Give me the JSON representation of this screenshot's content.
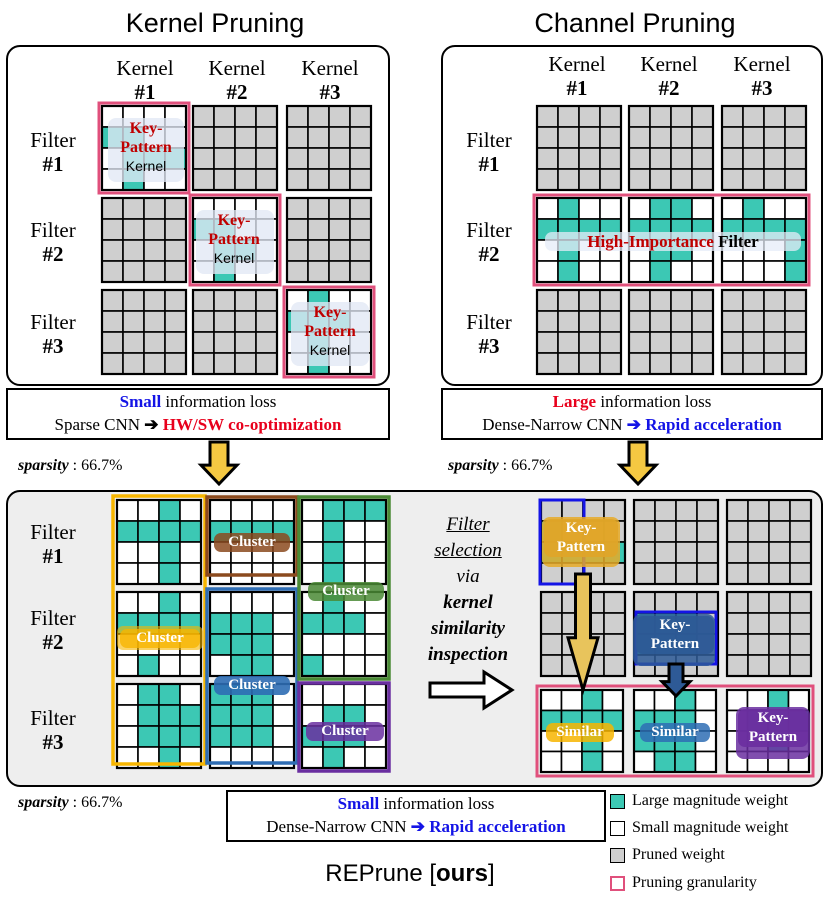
{
  "titles": {
    "kernel": "Kernel Pruning",
    "channel": "Channel Pruning",
    "ours_prefix": "REPrune [",
    "ours_bold": "ours",
    "ours_suffix": "]"
  },
  "kernel_header": {
    "word": "Kernel",
    "n1": "#1",
    "n2": "#2",
    "n3": "#3"
  },
  "filter_label": {
    "word": "Filter",
    "n1": "#1",
    "n2": "#2",
    "n3": "#3"
  },
  "key_pattern": {
    "line1": "Key-",
    "line2": "Pattern",
    "line3": "Kernel"
  },
  "high_importance": {
    "red": "High-Importance",
    "black": " Filter"
  },
  "info_kernel": {
    "strong": "Small",
    "rest": " information loss",
    "line2_a": "Sparse CNN ",
    "line2_b": "HW/SW co-optimization"
  },
  "info_channel": {
    "strong": "Large",
    "rest": " information loss",
    "line2_a": "Dense-Narrow CNN ",
    "line2_b": "Rapid acceleration"
  },
  "info_ours": {
    "strong": "Small",
    "rest": " information loss",
    "line2_a": "Dense-Narrow CNN ",
    "line2_b": "Rapid acceleration"
  },
  "arrow_glyph": "➔",
  "sparsity": {
    "label": "sparsity",
    "value": " : 66.7%"
  },
  "middle_text": {
    "l1": "Filter",
    "l2": "selection",
    "l3": "via",
    "l4": "kernel",
    "l5": "similarity",
    "l6": "inspection"
  },
  "cluster_label": "Cluster",
  "similar_label": "Similar",
  "kp_line1": "Key-",
  "kp_line2": "Pattern",
  "legend": {
    "large": "Large magnitude weight",
    "small": "Small magnitude weight",
    "pruned": "Pruned weight",
    "granularity": "Pruning granularity"
  },
  "colors": {
    "teal": "#3cc8b4",
    "pruned": "#cfcfcf",
    "pink": "#e0507c",
    "blue": "#1414e6",
    "red": "#e8001c",
    "orange": "#f7b500",
    "brown": "#8b4a1e",
    "steel": "#2e6db4",
    "green": "#4a8a35",
    "purple": "#6a2fa0"
  }
}
